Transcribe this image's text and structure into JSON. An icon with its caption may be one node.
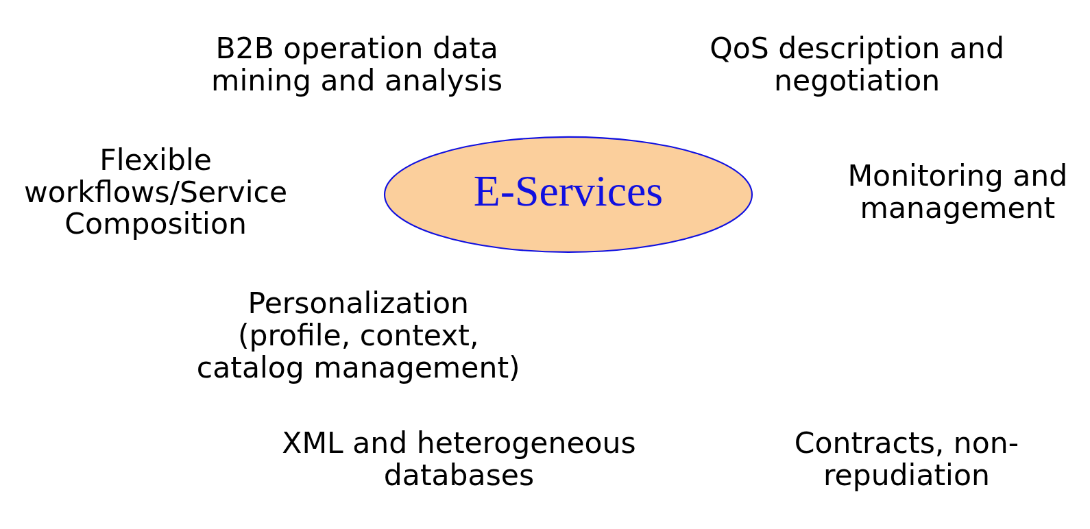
{
  "diagram": {
    "nodes": [
      {
        "text": [
          "E-Services"
        ]
      }
    ],
    "labels": [
      "B2B operation data mining and analysis",
      "QoS description and negotiation",
      "Flexible workflows/Service Composition",
      "Monitoring and management",
      "Personalization (profile, context, catalog management)",
      "XML and heterogeneous databases",
      "Contracts, non-repudiation"
    ]
  }
}
